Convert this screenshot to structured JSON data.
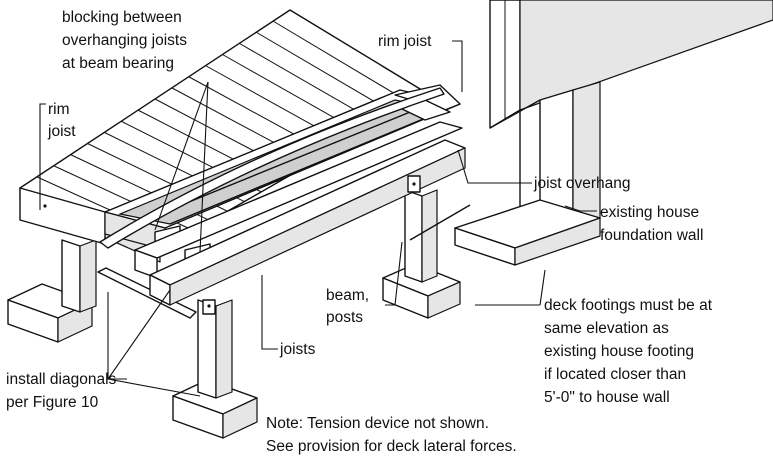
{
  "labels": {
    "blocking": [
      "blocking between",
      "overhanging joists",
      "at beam bearing"
    ],
    "rim_joist_left": [
      "rim",
      "joist"
    ],
    "rim_joist_top": "rim joist",
    "joist_overhang": "joist overhang",
    "existing_foundation": [
      "existing house",
      "foundation wall"
    ],
    "beam_posts": [
      "beam,",
      "posts"
    ],
    "deck_footings": [
      "deck footings must be at",
      "same elevation as",
      "existing house footing",
      "if located closer than",
      "5'-0\" to house wall"
    ],
    "joists": "joists",
    "install_diagonals": [
      "install diagonals",
      "per Figure 10"
    ],
    "note": [
      "Note: Tension device not shown.",
      "See provision for deck lateral forces."
    ]
  }
}
